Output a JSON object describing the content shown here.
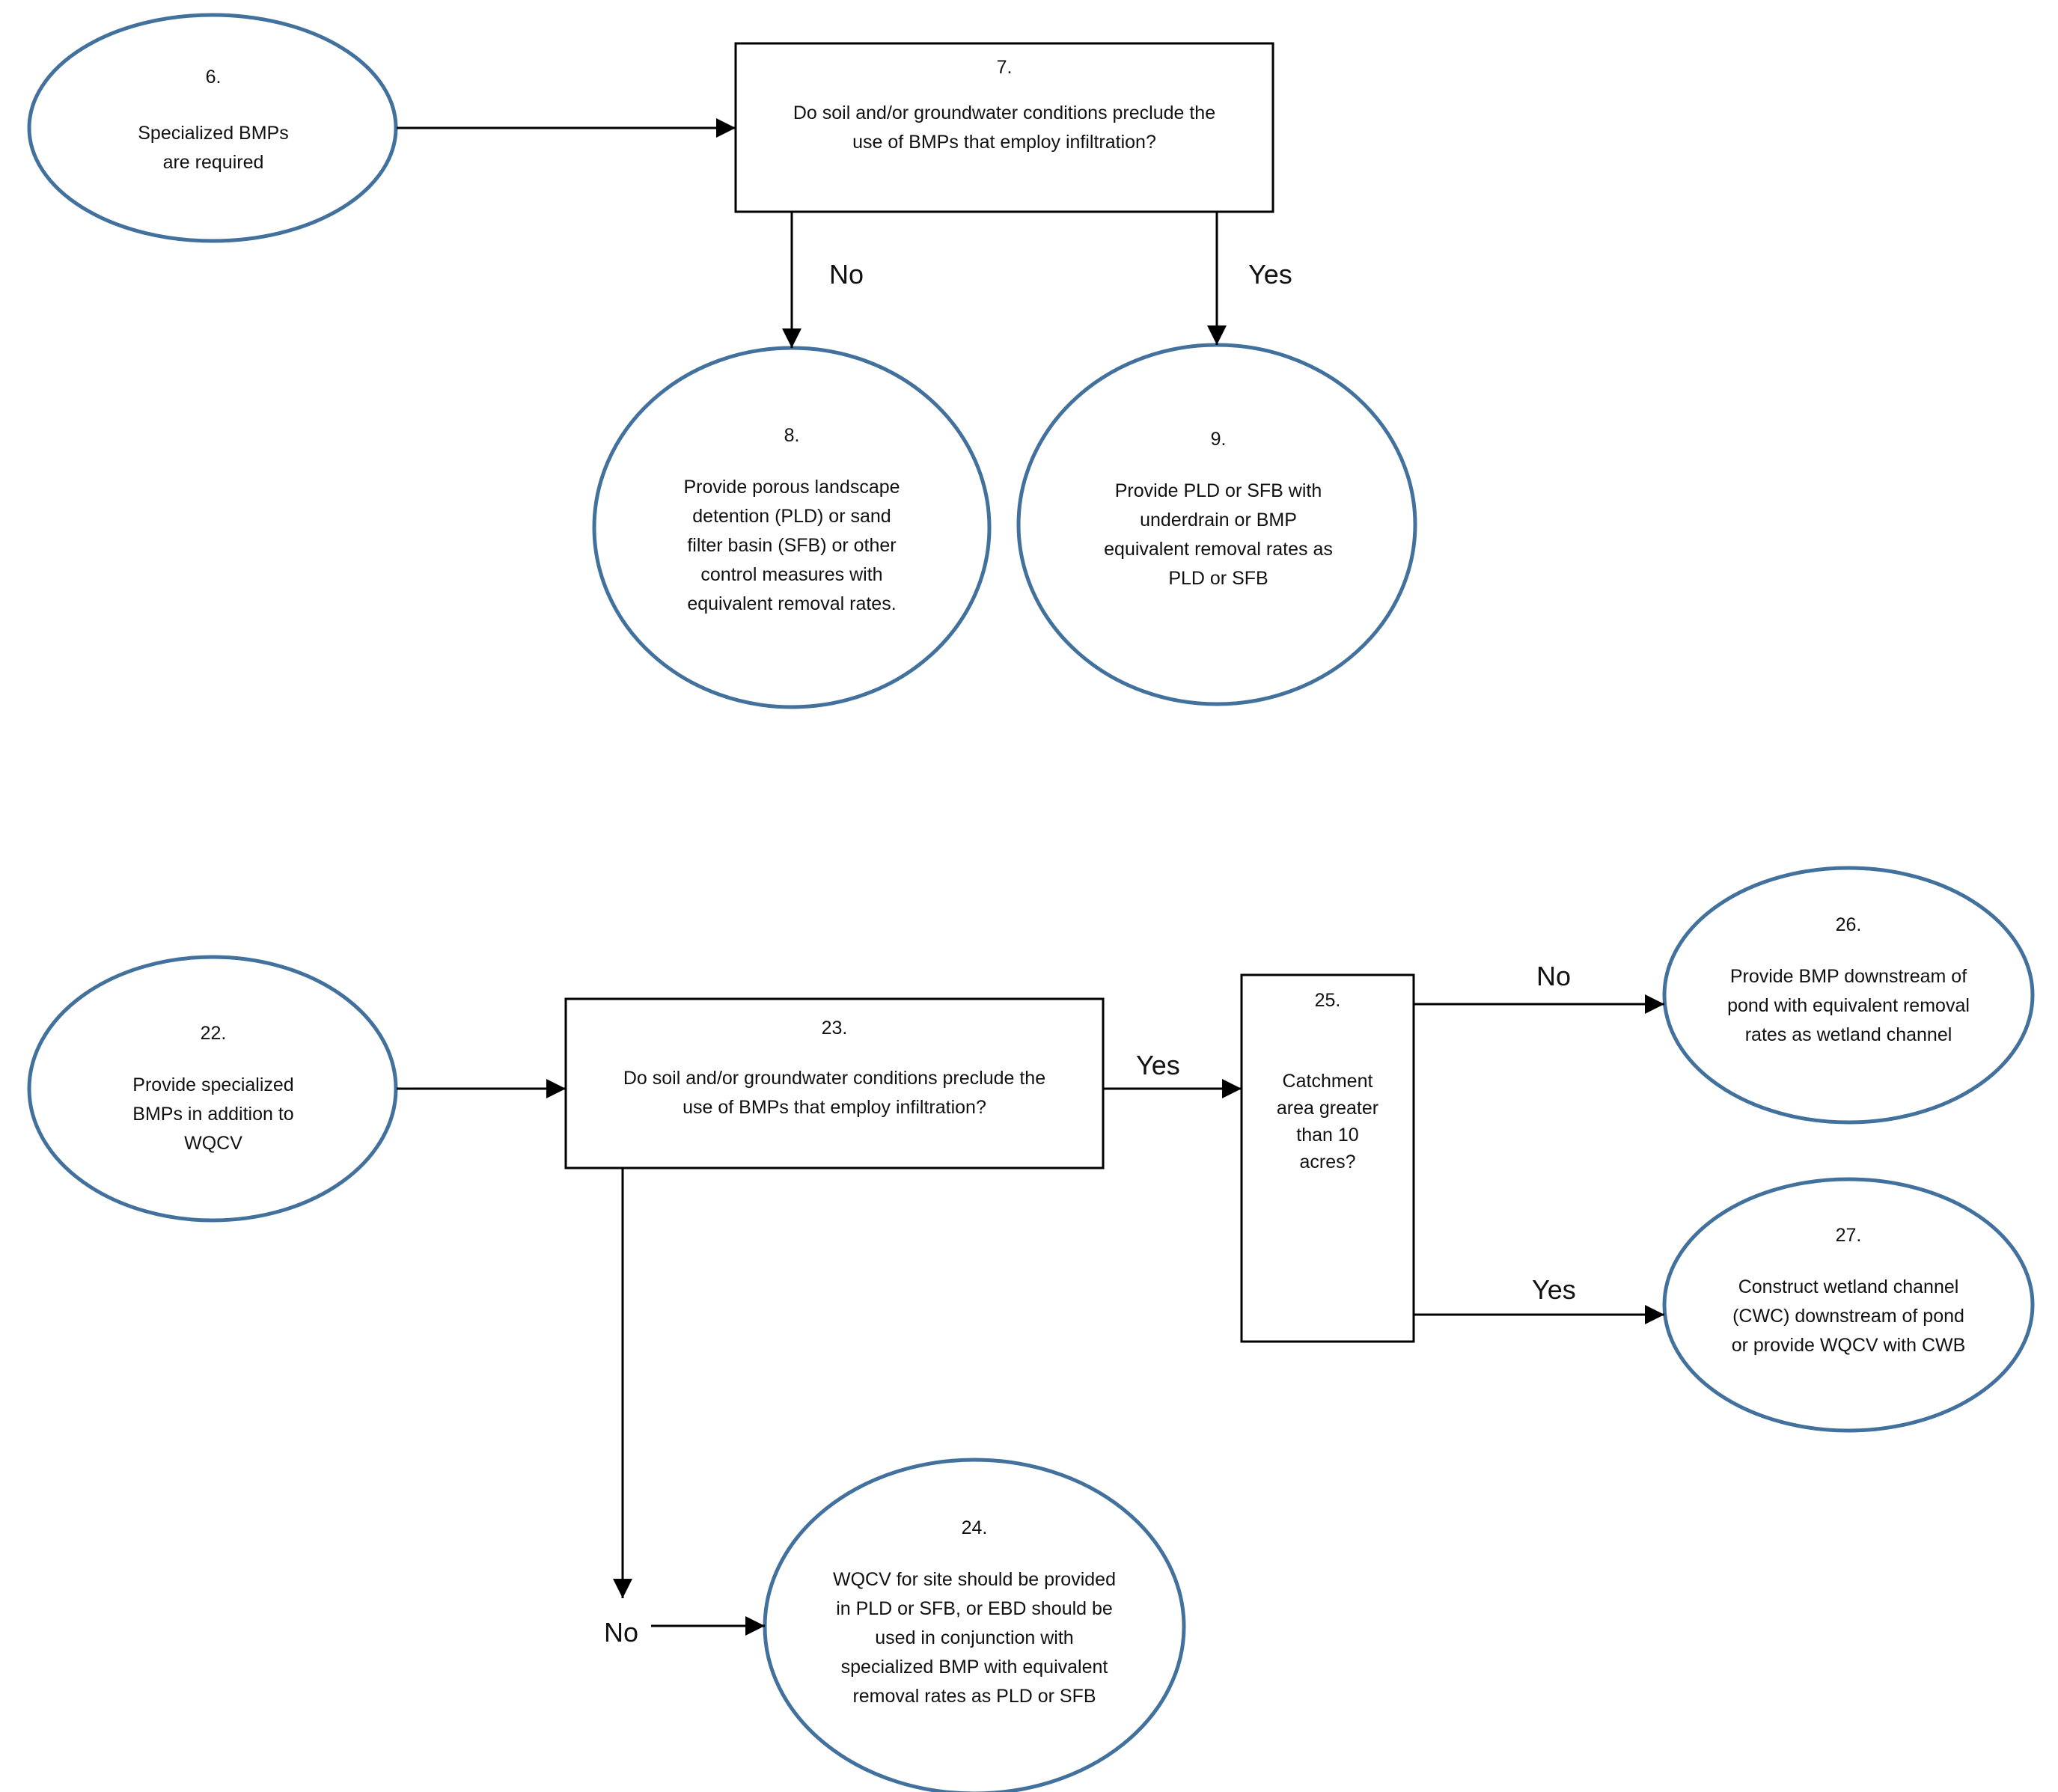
{
  "nodes": {
    "n6": {
      "number": "6.",
      "text": "Specialized BMPs\nare required"
    },
    "n7": {
      "number": "7.",
      "text": "Do soil and/or groundwater conditions preclude the\nuse of BMPs that employ infiltration?"
    },
    "n8": {
      "number": "8.",
      "text": "Provide porous landscape\ndetention (PLD) or sand\nfilter basin (SFB) or other\ncontrol measures with\nequivalent removal rates."
    },
    "n9": {
      "number": "9.",
      "text": "Provide PLD or SFB with\nunderdrain or BMP\nequivalent removal rates as\nPLD or SFB"
    },
    "n22": {
      "number": "22.",
      "text": "Provide specialized\nBMPs in addition to\nWQCV"
    },
    "n23": {
      "number": "23.",
      "text": "Do soil and/or groundwater conditions preclude the\nuse of BMPs that employ infiltration?"
    },
    "n24": {
      "number": "24.",
      "text": "WQCV for site should be provided\nin PLD or SFB, or EBD should be\nused in conjunction with\nspecialized BMP with equivalent\nremoval rates as PLD or SFB"
    },
    "n25": {
      "number": "25.",
      "text": "Catchment\narea greater\nthan 10\nacres?"
    },
    "n26": {
      "number": "26.",
      "text": "Provide BMP downstream of\npond with equivalent removal\nrates as wetland channel"
    },
    "n27": {
      "number": "27.",
      "text": "Construct wetland channel\n(CWC) downstream of pond\nor provide WQCV with CWB"
    }
  },
  "edge_labels": {
    "e7_8": "No",
    "e7_9": "Yes",
    "e23_25": "Yes",
    "e25_26": "No",
    "e25_27": "Yes",
    "e23_24": "No"
  },
  "colors": {
    "ellipse_stroke": "#41719c",
    "rect_stroke": "#000000",
    "arrow": "#000000"
  }
}
